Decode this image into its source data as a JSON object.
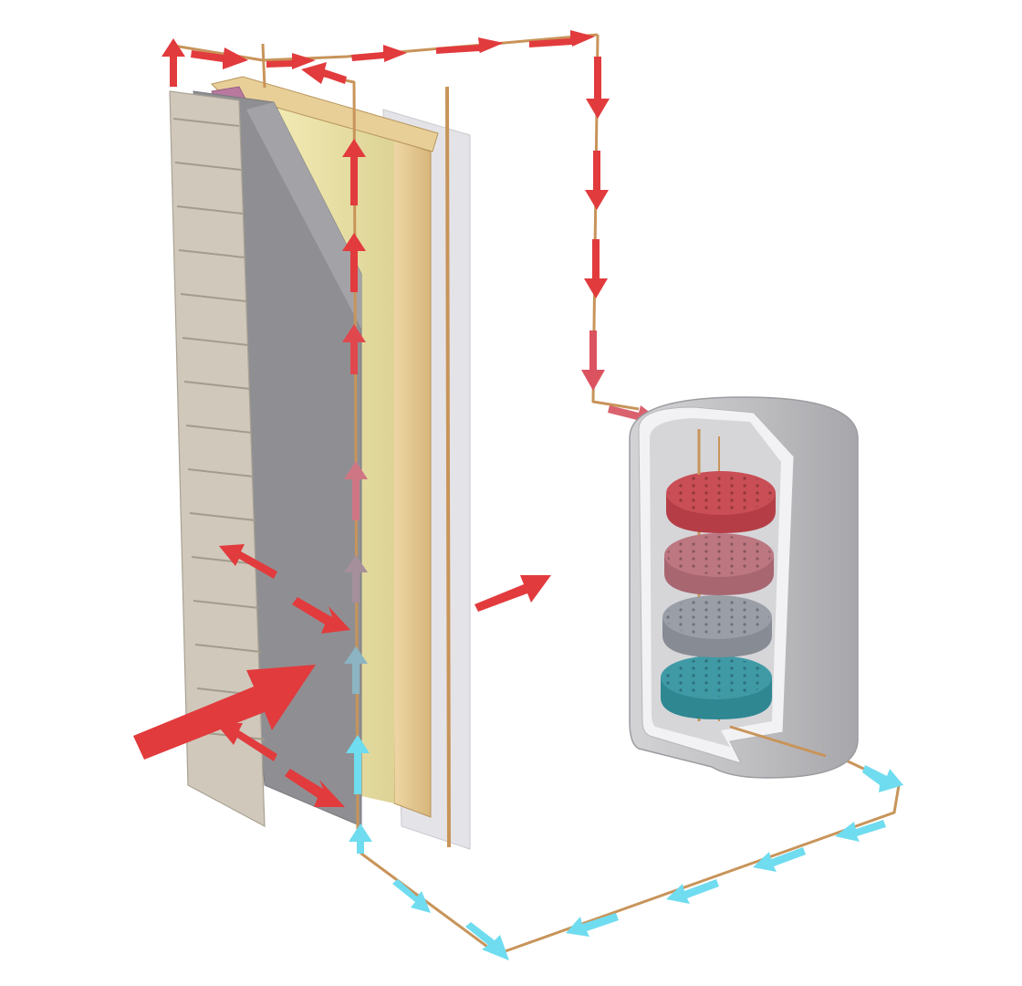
{
  "colors": {
    "background": "#ffffff",
    "hot_flow": "#e23b3d",
    "warm_flow": "#d4707a",
    "cool_flow": "#6fdcef",
    "pipe": "#c8945a",
    "siding": "#cfc8bb",
    "sheathing": "#8f8f93",
    "membrane": "#b9789e",
    "insulation": "#ece4a6",
    "stud": "#e4c890",
    "drywall": "#e6e6ea",
    "tank_shell": "#bdbdc0",
    "tank_inner": "#e9e9ec",
    "disc_hot": "#c94e55",
    "disc_warm": "#bc7781",
    "disc_neutral": "#9a9ea6",
    "disc_cool": "#3f9aa6"
  },
  "components": {
    "wall": "layered-wall-section",
    "tank": "thermal-storage-tank",
    "discs": [
      "disc-hot",
      "disc-warm",
      "disc-neutral",
      "disc-cool"
    ]
  },
  "flows": {
    "hot_supply": "hot-flow-arrows",
    "cool_return": "cool-flow-arrows",
    "heat_input": "heat-input-arrow"
  }
}
